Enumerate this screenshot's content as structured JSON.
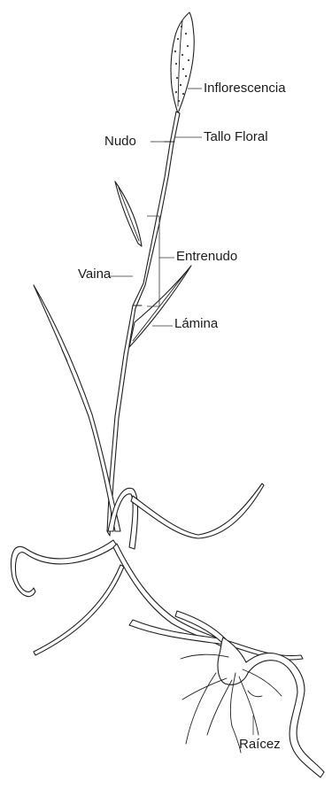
{
  "labels": {
    "inflorescencia": "Inflorescencia",
    "tallo_floral": "Tallo Floral",
    "nudo": "Nudo",
    "entrenudo": "Entrenudo",
    "vaina": "Vaina",
    "lamina": "Lámina",
    "raicez": "Raícez"
  }
}
